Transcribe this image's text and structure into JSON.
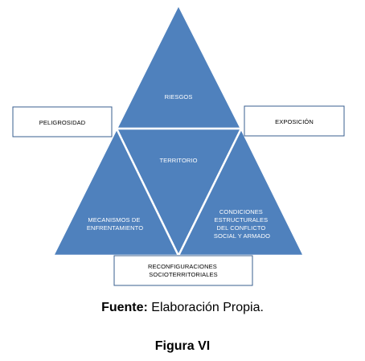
{
  "diagram": {
    "nodes": {
      "top": "RIESGOS",
      "center": "TERRITORIO",
      "left": [
        "MECANISMOS DE",
        "ENFRENTAMIENTO"
      ],
      "right": [
        "CONDICIONES",
        "ESTRUCTURALES",
        "DEL CONFLICTO",
        "SOCIAL Y ARMADO"
      ]
    },
    "boxes": {
      "left": "PELIGROSIDAD",
      "right": "EXPOSICIÓN",
      "bottom": [
        "RECONFIGURACIONES",
        "SOCIOTERRITORIALES"
      ]
    },
    "colors": {
      "triangle_fill": "#4f81bd",
      "triangle_edge": "#ffffff",
      "box_stroke": "#3a5f8f"
    }
  },
  "caption": {
    "source_label": "Fuente:",
    "source_text": " Elaboración Propia.",
    "figure": "Figura VI"
  }
}
